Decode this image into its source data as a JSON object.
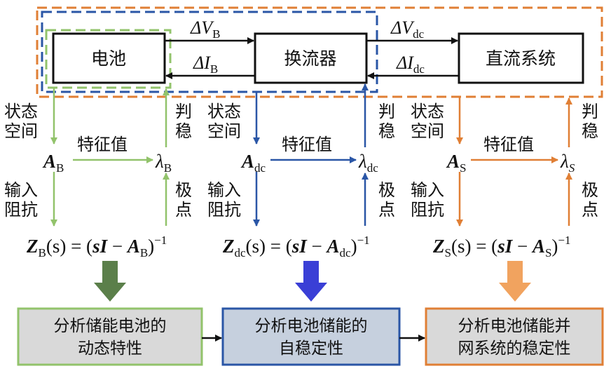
{
  "colors": {
    "green": "#92c36b",
    "blue": "#2a56a6",
    "orange": "#e07f35",
    "dark_green_arrow": "#5b7f4a",
    "blue_arrow": "#3a3fd6",
    "orange_arrow": "#f1a35f",
    "bottom_fill": "#d9d9d9",
    "bottom_fill_blue": "#c6d0de"
  },
  "blocks": {
    "battery": "电池",
    "converter": "换流器",
    "dc_system": "直流系统"
  },
  "signals": {
    "dV_B_sym": "ΔV",
    "dV_B_sub": "B",
    "dI_B_sym": "ΔI",
    "dI_B_sub": "B",
    "dV_dc_sym": "ΔV",
    "dV_dc_sub": "dc",
    "dI_dc_sym": "ΔI",
    "dI_dc_sub": "dc"
  },
  "labels": {
    "state_space_1": "状态",
    "state_space_2": "空间",
    "stability_1": "判",
    "stability_2": "稳",
    "eigenvalue": "特征值",
    "input_imp_1": "输入",
    "input_imp_2": "阻抗",
    "poles_1": "极",
    "poles_2": "点"
  },
  "columns": [
    {
      "A_sym": "A",
      "A_sub": "B",
      "lambda_sym": "λ",
      "lambda_sub": "B",
      "Z_sub": "B"
    },
    {
      "A_sym": "A",
      "A_sub": "dc",
      "lambda_sym": "λ",
      "lambda_sub": "dc",
      "Z_sub": "dc"
    },
    {
      "A_sym": "A",
      "A_sub": "S",
      "lambda_sym": "λ",
      "lambda_sub": "S",
      "Z_sub": "S"
    }
  ],
  "formula": {
    "Z": "Z",
    "s_arg": "(s) = (",
    "sI": "sI",
    "minus": " − ",
    "A": "A",
    "close": ")",
    "exp": "−1"
  },
  "bottom": [
    {
      "line1": "分析储能电池的",
      "line2": "动态特性"
    },
    {
      "line1": "分析电池储能的",
      "line2": "自稳定性"
    },
    {
      "line1": "分析电池储能并",
      "line2": "网系统的稳定性"
    }
  ]
}
